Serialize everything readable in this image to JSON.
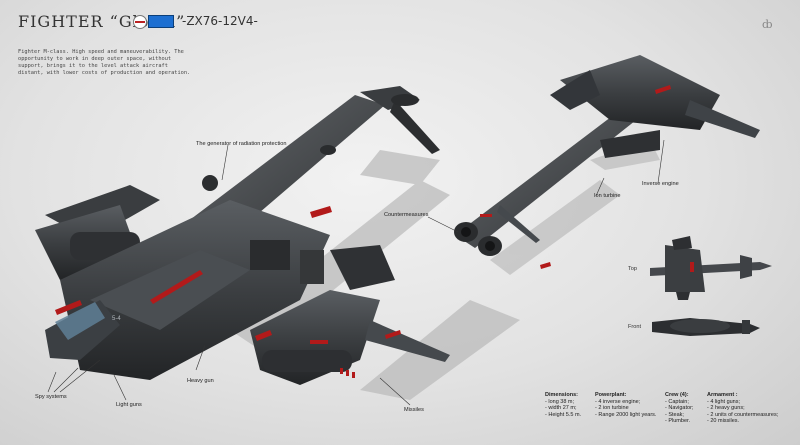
{
  "header": {
    "title": "FIGHTER “Gloom”",
    "code": "-ZX76-12V4-",
    "signature": "ȸ"
  },
  "description": "Fighter M-class. High speed and maneuverability. The opportunity to work in deep outer space, without support, brings it to the level attack aircraft distant, with lower costs of production and operation.",
  "callouts": {
    "generator": "The generator of radiation protection",
    "countermeasures": "Countermeasures",
    "ion_turbine": "Ion turbine",
    "inverse_engine": "Inverse engine",
    "heavy_gun": "Heavy gun",
    "spy_systems": "Spy systems",
    "light_guns": "Light guns",
    "missiles": "Missiles"
  },
  "views": {
    "top": "Top",
    "front": "Front"
  },
  "hull_marking": "5-4",
  "specs": {
    "dimensions": {
      "heading": "Dimensions:",
      "items": [
        "- long 38 m;",
        "- width 27 m;",
        "- Height  5.5 m."
      ]
    },
    "powerplant": {
      "heading": "Powerplant:",
      "items": [
        "- 4 inverse engine;",
        "- 2 ion turbine",
        "- Range 2000 light years."
      ]
    },
    "crew": {
      "heading": "Crew (4):",
      "items": [
        "- Captain;",
        "- Navigator;",
        "- Steak;",
        "- Plumber."
      ]
    },
    "armament": {
      "heading": "Armament :",
      "items": [
        "- 4 light guns;",
        "- 2 heavy guns;",
        "- 2 units of countermeasures;",
        "- 20 missiles."
      ]
    }
  },
  "colors": {
    "hull": "#3c3f42",
    "hull_dark": "#26282a",
    "accent_red": "#b21a1a",
    "canopy": "#5f7f95",
    "shadow": "#bdbdbd"
  }
}
